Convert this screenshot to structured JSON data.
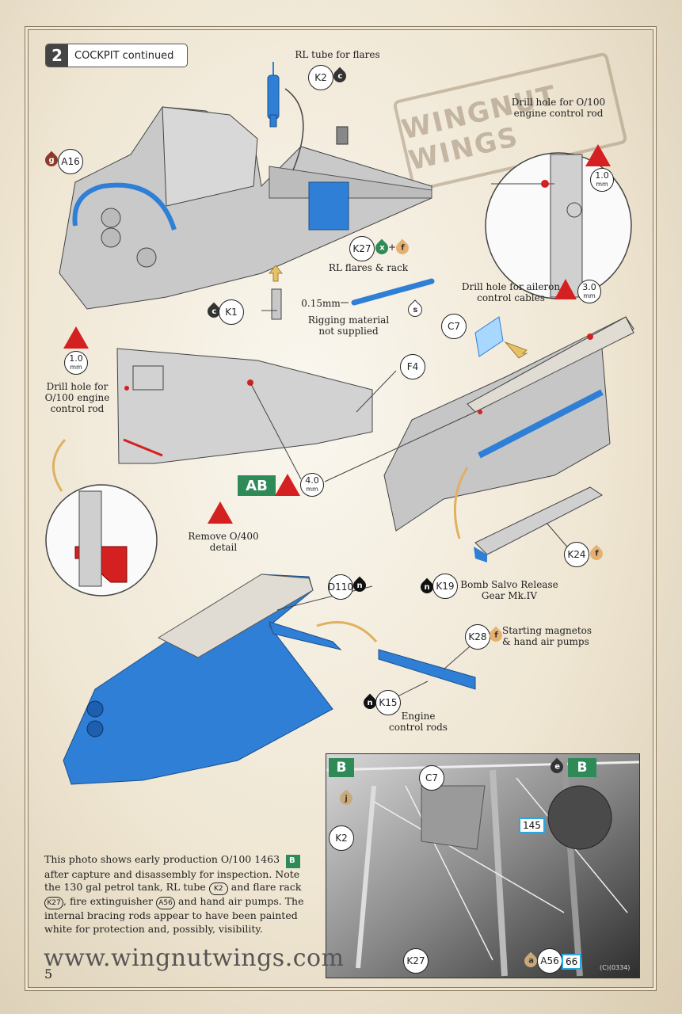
{
  "step": {
    "number": "2",
    "title": "COCKPIT continued"
  },
  "logo": {
    "text": "WINGNUT WINGS"
  },
  "labels": {
    "rl_tube": "RL tube for flares",
    "drill_o100_top": "Drill hole for O/100\nengine control rod",
    "rl_flares_rack": "RL flares & rack",
    "drill_aileron": "Drill hole for aileron\ncontrol cables",
    "rigging": "Rigging material\nnot supplied",
    "rigging_size": "0.15mm",
    "drill_o100_left": "Drill hole for\nO/100 engine\ncontrol rod",
    "remove_o400": "Remove O/400\ndetail",
    "bomb_salvo": "Bomb Salvo Release\nGear Mk.IV",
    "starting_magnetos": "Starting magnetos\n& hand air pumps",
    "engine_control_rods": "Engine\ncontrol rods"
  },
  "parts": {
    "k2": "K2",
    "k27": "K27",
    "k1": "K1",
    "a16": "A16",
    "c7": "C7",
    "f4": "F4",
    "k24": "K24",
    "k19": "K19",
    "d110": "D110",
    "k28": "K28",
    "k15": "K15"
  },
  "paints": {
    "c": "c",
    "x": "x",
    "f": "f",
    "g": "g",
    "s": "s",
    "n": "n",
    "plus": "+"
  },
  "sizes": {
    "mm10a": "1.0",
    "mm10b": "1.0",
    "mm30": "3.0",
    "mm40": "4.0",
    "unit": "mm"
  },
  "tags": {
    "ab": "AB",
    "b1": "B",
    "b2": "B"
  },
  "photo": {
    "callouts": {
      "c7": "C7",
      "j": "j",
      "k2": "K2",
      "e": "e",
      "n145": "145",
      "k27": "K27",
      "a": "a",
      "a56": "A56",
      "n66": "66"
    },
    "credit": "(C)(0334)"
  },
  "note": {
    "p1": "This photo shows early production O/100 1463",
    "tag": "B",
    "p2": "after capture and disassembly for inspection. Note the 130 gal petrol tank, RL tube",
    "k2": "K2",
    "p3": "and flare rack",
    "k27": "K27",
    "p4": ", fire extinguisher",
    "a56": "A56",
    "p5": "and hand air pumps. The internal bracing rods appear to have been painted white for protection and, possibly, visibility."
  },
  "website": "www.wingnutwings.com",
  "page_number": "5",
  "colors": {
    "blue": "#2f7fd6",
    "grey": "#c8c8c8",
    "green": "#2e8b57",
    "red": "#d42020",
    "gold": "#e0b060"
  }
}
